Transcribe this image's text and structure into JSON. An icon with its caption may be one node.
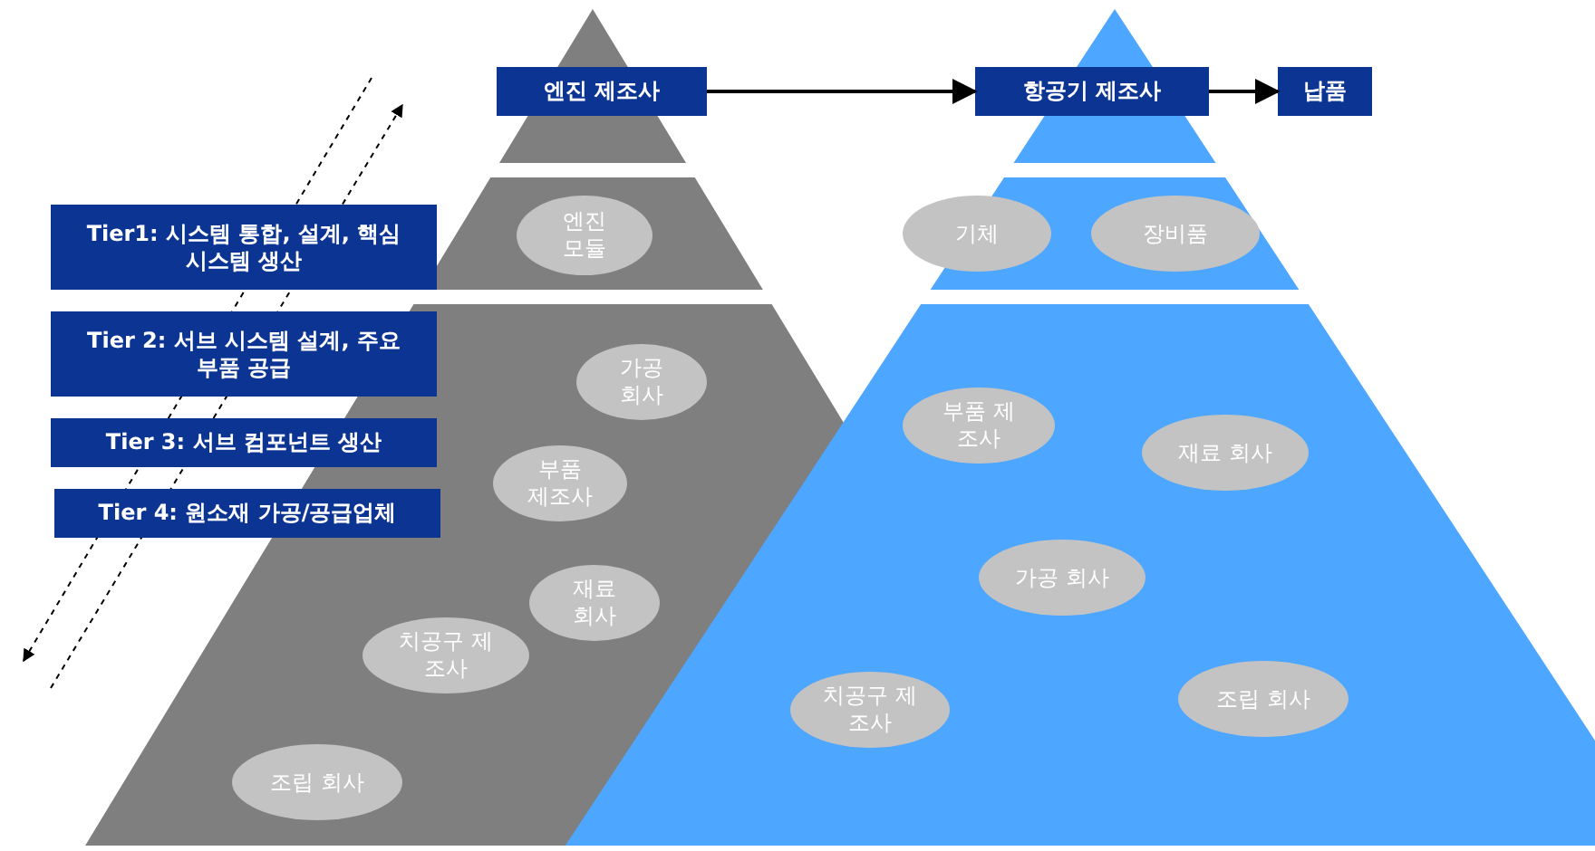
{
  "diagram": {
    "nodes": [
      {
        "text": [
          "엔진 제조사"
        ]
      },
      {
        "text": [
          "항공기 제조사"
        ]
      },
      {
        "text": [
          "납품"
        ]
      },
      {
        "text": [
          "엔진 모듈"
        ]
      },
      {
        "text": [
          "가공 회사"
        ]
      },
      {
        "text": [
          "부품 제조사"
        ]
      },
      {
        "text": [
          "재료 회사"
        ]
      },
      {
        "text": [
          "치공구 제조사"
        ]
      },
      {
        "text": [
          "조립 회사"
        ]
      },
      {
        "text": [
          "기체"
        ]
      },
      {
        "text": [
          "장비품"
        ]
      },
      {
        "text": [
          "부품 제조사"
        ]
      },
      {
        "text": [
          "재료 회사"
        ]
      },
      {
        "text": [
          "가공 회사"
        ]
      },
      {
        "text": [
          "치공구 제조사"
        ]
      },
      {
        "text": [
          "조립 회사"
        ]
      },
      {
        "text": [
          "Tier1: 시스템 통합, 설계, 핵심 시스템 생산"
        ]
      },
      {
        "text": [
          "Tier 2: 서브 시스템 설계, 주요 부품 공급"
        ]
      },
      {
        "text": [
          "Tier 3: 서브 컴포넌트 생산"
        ]
      },
      {
        "text": [
          "Tier 4: 원소재 가공/공급업체"
        ]
      }
    ],
    "edges": [
      {
        "from": 0,
        "to": 1,
        "arrow": "to"
      },
      {
        "from": 1,
        "to": 2,
        "arrow": "to"
      }
    ]
  }
}
